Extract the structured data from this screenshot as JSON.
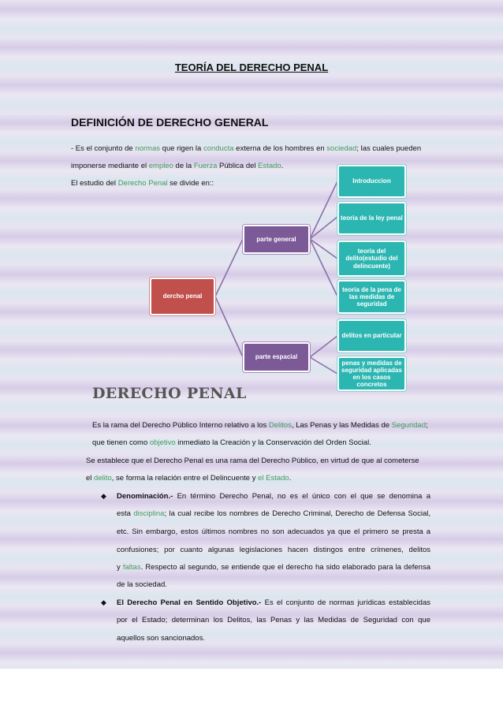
{
  "title": "TEORÍA DEL DERECHO PENAL",
  "definicion": {
    "heading": "DEFINICIÓN DE DERECHO GENERAL",
    "line1": {
      "p1": "- Es el conjunto de ",
      "w1": "normas",
      "p2": " que rigen la ",
      "w2": "conducta",
      "p3": " externa de los hombres en ",
      "w3": "sociedad",
      "p4": "; las cuales pueden"
    },
    "line2": {
      "p1": "imponerse mediante el ",
      "w1": "empleo",
      "p2": " de la ",
      "w2": "Fuerza",
      "p3": " Pública del ",
      "w3": "Estado",
      "p4": "."
    },
    "line3": {
      "p1": "El estudio del ",
      "w1": "Derecho Penal",
      "p2": " se divide en::"
    }
  },
  "diagram": {
    "root": "dercho penal",
    "general": "parte general",
    "especial": "parte espacial",
    "g1": "Introduccion",
    "g2": "teoria de la ley penal",
    "g3": "teoria del delito(estudio del delincuente)",
    "g4": "teoria de la pena de las medidas de seguridad",
    "e1": "delitos en particular",
    "e2": "penas y medidas  de seguridad  aplicadas en los casos concretos"
  },
  "derecho_penal": {
    "heading": "DERECHO PENAL",
    "l1": {
      "p1": "Es la rama del Derecho Público Interno relativo a los ",
      "w1": "Delitos",
      "p2": ", Las Penas y las Medidas de ",
      "w2": "Seguridad",
      "p3": ";"
    },
    "l2": {
      "p1": "que tienen como ",
      "w1": "objetivo",
      "p2": " inmediato la Creación y la Conservación del Orden Social."
    },
    "l3": "Se establece que el Derecho Penal es una rama del Derecho Público, en virtud de que al cometerse",
    "l4": {
      "p1": "el ",
      "w1": "delito",
      "p2": ", se forma la relación entre el Delincuente y ",
      "w2": "el Estado",
      "p3": "."
    }
  },
  "bullets": [
    {
      "bold": "Denominación.-",
      "l1": " En término Derecho Penal, no es el único con el que se denomina a",
      "l2": {
        "p1": "esta ",
        "w1": "disciplina",
        "p2": "; la cual recibe los nombres de Derecho Criminal, Derecho de Defensa Social,"
      },
      "l3": "etc. Sin embargo, estos últimos nombres no son adecuados ya que el primero se presta a",
      "l4": "confusiones; por cuanto algunas legislaciones hacen distingos entre crímenes, delitos",
      "l5": {
        "p1": "y ",
        "w1": "faltas",
        "p2": ". Respecto al segundo, se entiende que el derecho ha sido elaborado para la defensa"
      },
      "l6": "de la sociedad."
    },
    {
      "bold": "El Derecho Penal en Sentido Objetivo.-",
      "l1": " Es el conjunto de normas jurídicas establecidas",
      "l2": "por el Estado; determinan los Delitos, las Penas y las Medidas de Seguridad con que",
      "l3": "aquellos son sancionados."
    }
  ],
  "colors": {
    "link_green": "#3f9c5d",
    "node_teal": "#2cb6b2",
    "node_purple": "#7b5a97",
    "node_red": "#c1504d"
  },
  "icons": {
    "bullet": "diamond-bullet-icon"
  }
}
